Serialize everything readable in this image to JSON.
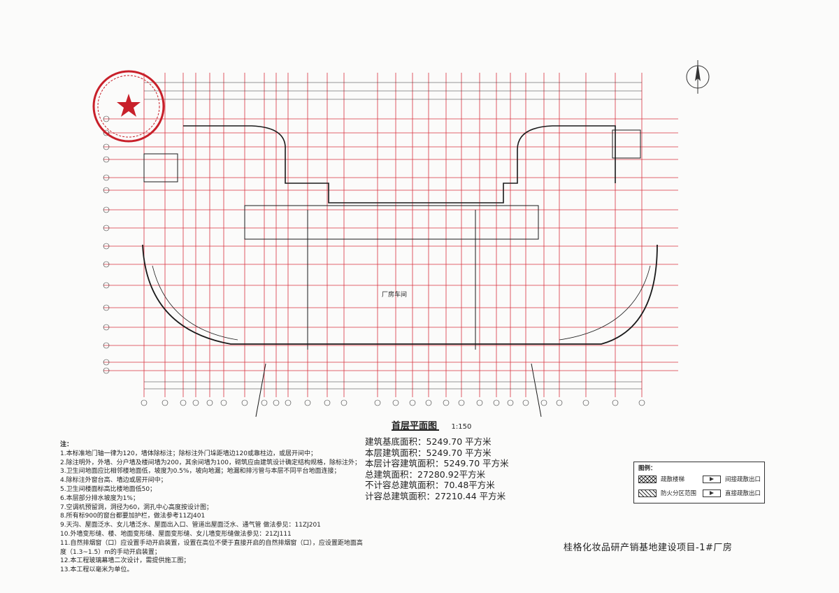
{
  "drawing": {
    "title": "首层平面图",
    "scale": "1:150",
    "hall_label": "厂房车间",
    "project_name": "桂格化妆品研产销基地建设项目-1#厂房"
  },
  "areas": [
    "建筑基底面积：5249.70 平方米",
    "本层建筑面积：5249.70 平方米",
    "本层计容建筑面积：5249.70 平方米",
    "总建筑面积：27280.92平方米",
    "不计容总建筑面积：70.48平方米",
    "计容总建筑面积：27210.44 平方米"
  ],
  "notes": {
    "heading": "注：",
    "items": [
      "1.本标准地门轴一律为120，墙体除标注；除标注外门垛距墙边120或靠柱边，或居开间中；",
      "2.除注明外，外墙、分户墙及楼间墙为200，其余间墙为100，砌筑应由建筑设计确定结构规格，除标注外；",
      "3.卫生间地面应比相邻楼地面低，坡度为0.5%，坡向地漏；地漏和排污管与本层不同平台地面连接；",
      "4.除标注外窗台高、墙边或居开间中；",
      "5.卫生间楼面标高比楼地面低50；",
      "6.本层部分排水坡度为1%；",
      "7.空调机预留洞，洞径为60，洞孔中心高度按设计图；",
      "8.所有标900的窗台都要加护栏，做法参考11ZJ401",
      "9.天沟、屋面泛水、女儿墙泛水、屋面出入口、管道出屋面泛水、通气管 做法参见：11ZJ201",
      "10.外墙变形缝、楼、地面变形缝、屋面变形缝、女儿墙变形缝做法参见：21ZJ111",
      "11.自然排烟窗（口）应设置手动开启装置，设置在高位不便于直接开启的自然排烟窗（口），应设置距地面高度（1.3~1.5）m的手动开启装置；",
      "12.本工程玻璃幕墙二次设计，需提供施工图；",
      "13.本工程以毫米为单位。"
    ]
  },
  "legend": {
    "title": "图例：",
    "items": [
      {
        "label": "疏散楼梯",
        "symbol": "crosshatch"
      },
      {
        "label": "间接疏散出口",
        "symbol": "arrow"
      },
      {
        "label": "防火分区范围",
        "symbol": "diagonal-hatch"
      },
      {
        "label": "直接疏散出口",
        "symbol": "arrow"
      }
    ]
  },
  "colors": {
    "grid": "#d9333f",
    "walls": "#1a1a1a",
    "stamp": "#c8202a",
    "paper": "#fbfbfa"
  }
}
